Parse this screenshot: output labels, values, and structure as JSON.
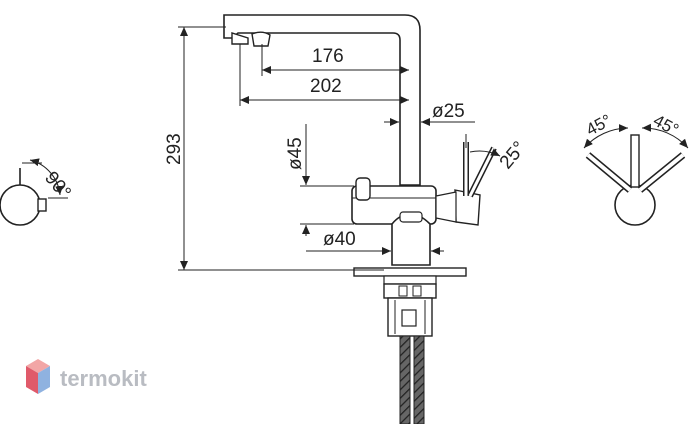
{
  "dimensions": {
    "spout_reach_inner": "176",
    "spout_reach_outer": "202",
    "spout_diameter": "ø25",
    "total_height": "293",
    "body_diameter": "ø45",
    "base_diameter": "ø40",
    "lever_tilt": "25°",
    "left_handle_rotation": "90°",
    "right_handle_left_rotation": "45°",
    "right_handle_right_rotation": "45°"
  },
  "watermark": {
    "brand": "termokit",
    "icon": "hexagon-cube-icon",
    "colors": {
      "top": "#f2a6a6",
      "left": "#e05a6a",
      "right": "#8fb2e0",
      "text": "#b9bcc2"
    }
  },
  "colors": {
    "line": "#222222",
    "body_fill": "#ffffff",
    "hose": "#333333"
  }
}
